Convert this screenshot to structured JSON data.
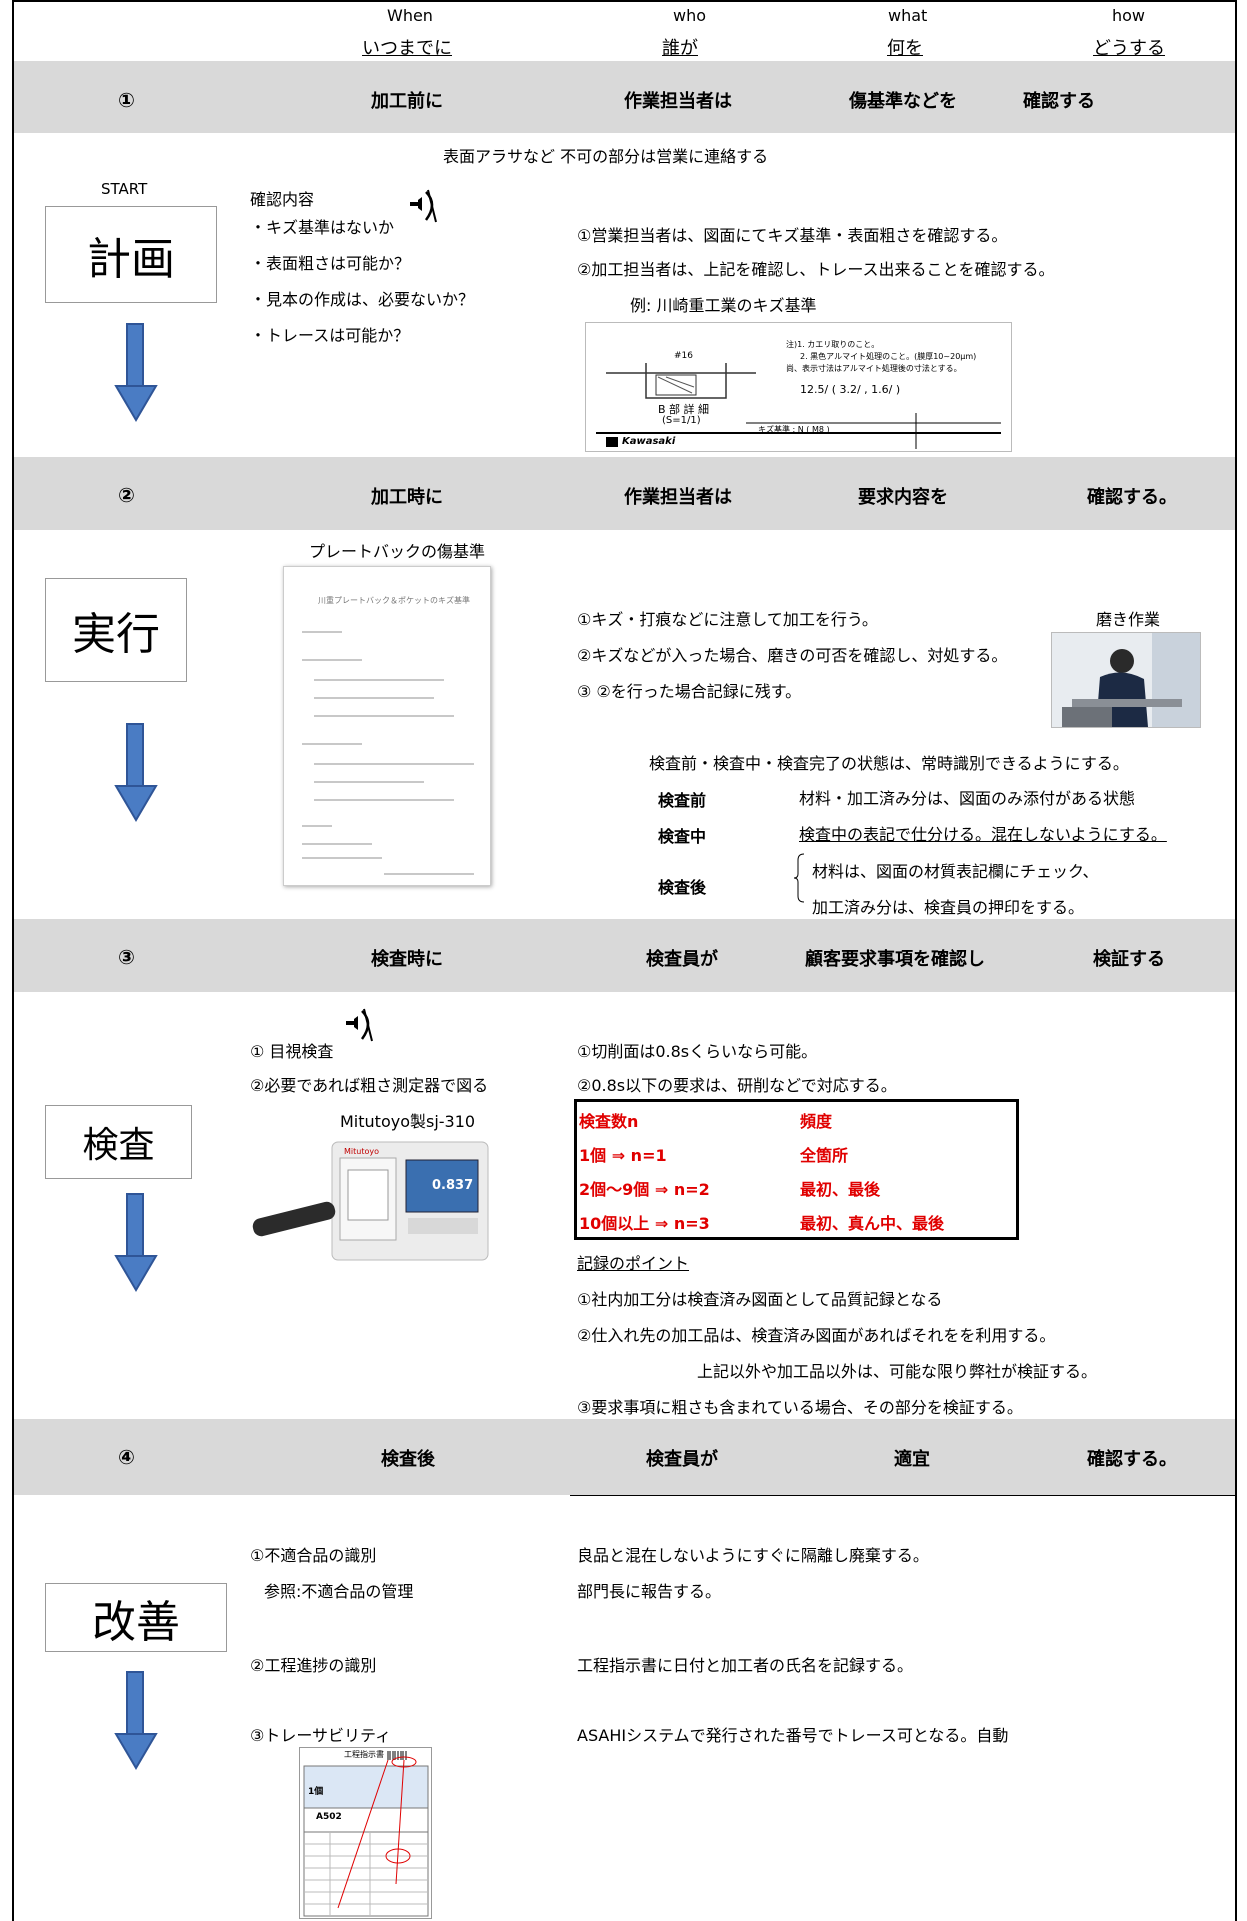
{
  "header": {
    "en": [
      "When",
      "who",
      "what",
      "how"
    ],
    "jp": [
      "いつまでに",
      "誰が",
      "何を",
      "どうする"
    ]
  },
  "s1": {
    "num": "①",
    "when": "加工前に",
    "who": "作業担当者は",
    "what": "傷基準などを",
    "how": "確認する",
    "note": "表面アラサなど 不可の部分は営業に連絡する",
    "start": "START",
    "stage": "計画",
    "checks": [
      "確認内容",
      "・キズ基準はないか",
      "・表面粗さは可能か？",
      "・見本の作成は、必要ないか？",
      "・トレースは可能か？"
    ],
    "steps": [
      "①営業担当者は、図面にてキズ基準・表面粗さを確認する。",
      "②加工担当者は、上記を確認し、トレース出来ることを確認する。"
    ],
    "example": "例:  川崎重工業のキズ基準",
    "drawing": {
      "label_a": "#16",
      "label_b": "B 部 詳 細",
      "label_c": "(S=1/1)",
      "note1": "注)1. カエリ取りのこと。",
      "note2": "2. 黒色アルマイト処理のこと。(膜厚10~20μm)",
      "note3": "尚、表示寸法はアルマイト処理後の寸法とする。",
      "rough": "12.5/  ( 3.2/ , 1.6/ )",
      "std": "キズ基準  :  N  ( M8 )",
      "logo": "Kawasaki"
    }
  },
  "s2": {
    "num": "②",
    "when": "加工時に",
    "who": "作業担当者は",
    "what": "要求内容を",
    "how": "確認する。",
    "doc_title": "プレートバックの傷基準",
    "doc_heading": "川重プレートバック＆ポケットのキズ基準",
    "stage": "実行",
    "steps": [
      "①キズ・打痕などに注意して加工を行う。",
      "②キズなどが入った場合、磨きの可否を確認し、対処する。",
      "③ ②を行った場合記録に残す。"
    ],
    "photo_label": "磨き作業",
    "status_note": "検査前・検査中・検査完了の状態は、常時識別できるようにする。",
    "states": [
      {
        "label": "検査前",
        "text": "材料・加工済み分は、図面のみ添付がある状態"
      },
      {
        "label": "検査中",
        "text": "検査中の表記で仕分ける。混在しないようにする。"
      },
      {
        "label": "検査後",
        "text": "材料は、図面の材質表記欄にチェック、",
        "text2": "加工済み分は、検査員の押印をする。"
      }
    ]
  },
  "s3": {
    "num": "③",
    "when": "検査時に",
    "who": "検査員が",
    "what": "顧客要求事項を確認し",
    "how": "検証する",
    "stage": "検査",
    "left": [
      "①  目視検査",
      "②必要であれば粗さ測定器で図る"
    ],
    "device_caption": "Mitutoyo製sj-310",
    "device_display": "0.837",
    "right": [
      "①切削面は0.8sくらいなら可能。",
      "②0.8s以下の要求は、研削などで対応する。"
    ],
    "table": [
      [
        "検査数n",
        "頻度"
      ],
      [
        "1個  ⇒  n=1",
        "全箇所"
      ],
      [
        "2個～9個  ⇒  n=2",
        "最初、最後"
      ],
      [
        "10個以上  ⇒  n=3",
        "最初、真ん中、最後"
      ]
    ],
    "record_title": "記録のポイント",
    "records": [
      "①社内加工分は検査済み図面として品質記録となる",
      "②仕入れ先の加工品は、検査済み図面があればそれをを利用する。",
      "上記以外や加工品以外は、可能な限り弊社が検証する。",
      "③要求事項に粗さも含まれている場合、その部分を検証する。"
    ]
  },
  "s4": {
    "num": "④",
    "when": "検査後",
    "who": "検査員が",
    "what": "適宜",
    "how": "確認する。",
    "stage": "改善",
    "items": [
      {
        "label": "①不適合品の識別",
        "text": "良品と混在しないようにすぐに隔離し廃棄する。"
      },
      {
        "label": "参照:不適合品の管理",
        "text": "部門長に報告する。"
      },
      {
        "label": "②工程進捗の識別",
        "text": "工程指示書に日付と加工者の氏名を記録する。"
      },
      {
        "label": "③トレーサビリティ",
        "text": "ASAHIシステムで発行された番号でトレース可となる。自動"
      }
    ],
    "sheet": {
      "title": "工程指示書",
      "code": "A502",
      "qty": "1個"
    }
  }
}
